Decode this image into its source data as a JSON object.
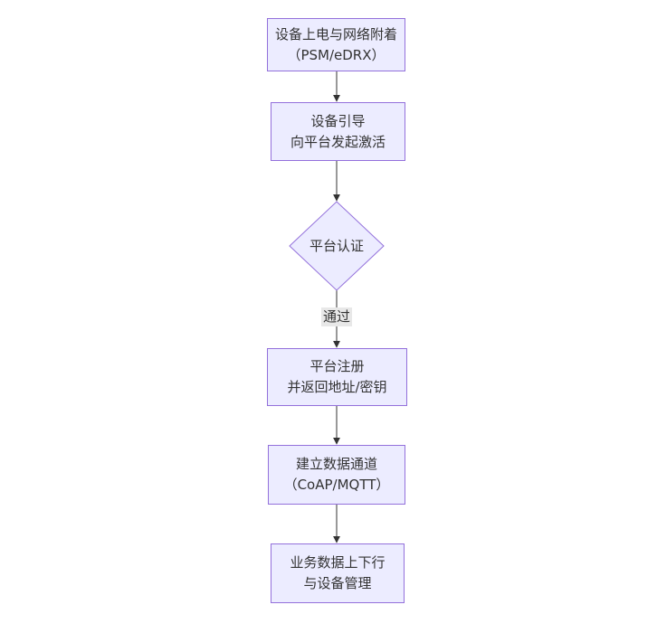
{
  "colors": {
    "node-fill": "#ECECFF",
    "node-stroke": "#9370DB",
    "edge-stroke": "#333333",
    "label-bg": "#e8e8e8",
    "text": "#333333"
  },
  "nodes": [
    {
      "id": "power-network-attach",
      "shape": "rect",
      "lines": [
        "设备上电与网络附着",
        "（PSM/eDRX）"
      ]
    },
    {
      "id": "device-bootstrap",
      "shape": "rect",
      "lines": [
        "设备引导",
        "向平台发起激活"
      ]
    },
    {
      "id": "platform-auth",
      "shape": "diamond",
      "lines": [
        "平台认证"
      ]
    },
    {
      "id": "platform-register",
      "shape": "rect",
      "lines": [
        "平台注册",
        "并返回地址/密钥"
      ]
    },
    {
      "id": "data-channel",
      "shape": "rect",
      "lines": [
        "建立数据通道",
        "（CoAP/MQTT）"
      ]
    },
    {
      "id": "business-data",
      "shape": "rect",
      "lines": [
        "业务数据上下行",
        "与设备管理"
      ]
    }
  ],
  "edges": [
    {
      "from": "power-network-attach",
      "to": "device-bootstrap",
      "label": ""
    },
    {
      "from": "device-bootstrap",
      "to": "platform-auth",
      "label": ""
    },
    {
      "from": "platform-auth",
      "to": "platform-register",
      "label": "通过"
    },
    {
      "from": "platform-register",
      "to": "data-channel",
      "label": ""
    },
    {
      "from": "data-channel",
      "to": "business-data",
      "label": ""
    }
  ]
}
